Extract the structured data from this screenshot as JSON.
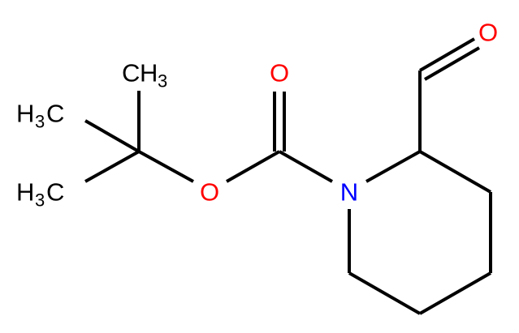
{
  "molecule": {
    "colors": {
      "carbon": "#000000",
      "oxygen": "#ff0000",
      "nitrogen": "#0000ff"
    },
    "labels": {
      "aldehyde_oxygen": "O",
      "carbonyl_oxygen": "O",
      "ester_oxygen": "O",
      "ring_nitrogen": "N",
      "methyl_top": {
        "h": "H",
        "c": "C",
        "sub": "3",
        "order": "CH3"
      },
      "methyl_mid": {
        "h": "H",
        "c": "C",
        "sub": "3",
        "order": "H3C"
      },
      "methyl_low": {
        "h": "H",
        "c": "C",
        "sub": "3",
        "order": "H3C"
      }
    }
  }
}
